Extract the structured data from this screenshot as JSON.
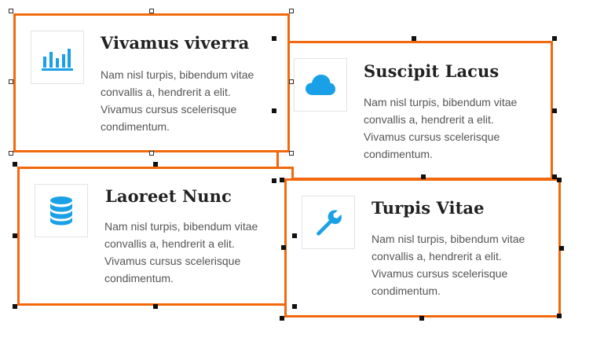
{
  "cards": [
    {
      "title": "Vivamus viverra",
      "text": "Nam nisl turpis, bibendum vitae convallis a, hendrerit a elit. Vivamus cursus scelerisque condimentum.",
      "icon": "bar-chart-icon"
    },
    {
      "title": "Suscipit Lacus",
      "text": "Nam nisl turpis, bibendum vitae convallis a, hendrerit a elit. Vivamus cursus scelerisque condimentum.",
      "icon": "cloud-icon"
    },
    {
      "title": "Laoreet Nunc",
      "text": "Nam nisl turpis, bibendum vitae convallis a, hendrerit a elit. Vivamus cursus scelerisque condimentum.",
      "icon": "database-icon"
    },
    {
      "title": "Turpis Vitae",
      "text": "Nam nisl turpis, bibendum vitae convallis a, hendrerit a elit. Vivamus cursus scelerisque condimentum.",
      "icon": "wrench-icon"
    }
  ],
  "colors": {
    "selection_border": "#f2690d",
    "icon": "#1aa0e6",
    "title": "#222222",
    "body_text": "#555555"
  }
}
